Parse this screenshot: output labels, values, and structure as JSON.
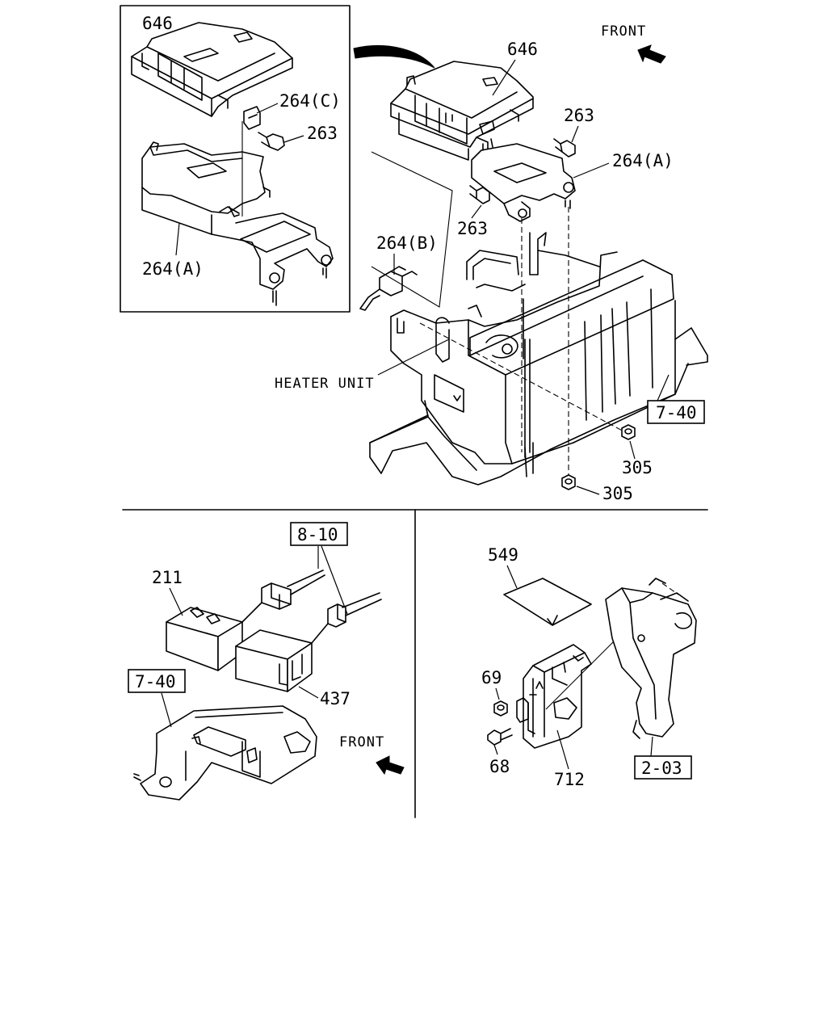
{
  "labels": {
    "inset_646": "646",
    "inset_264c": "264(C)",
    "inset_263": "263",
    "inset_264a": "264(A)",
    "main_646": "646",
    "front_top": "FRONT",
    "main_263_right": "263",
    "main_264a": "264(A)",
    "main_263_left": "263",
    "main_264b": "264(B)",
    "heater_unit": "HEATER UNIT",
    "ref_7_40_top": "7-40",
    "main_305_a": "305",
    "main_305_b": "305",
    "ref_8_10": "8-10",
    "p211": "211",
    "p437": "437",
    "ref_7_40_left": "7-40",
    "front_left": "FRONT",
    "p549": "549",
    "p69": "69",
    "p68": "68",
    "p712": "712",
    "ref_2_03": "2-03"
  }
}
